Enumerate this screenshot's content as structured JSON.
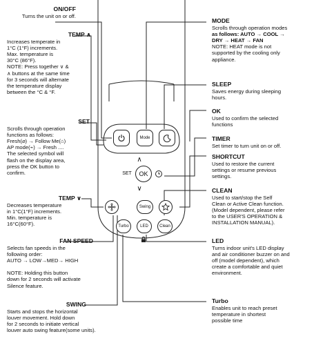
{
  "left": {
    "onoff": {
      "title": "ON/OFF",
      "lines": [
        "Turns the unit on or off."
      ]
    },
    "temp_up": {
      "title": "TEMP ∧",
      "lines": [
        "Increases temperate in",
        "1°C (1°F) increments.",
        "Max. temperature is",
        "30°C (86°F).",
        "NOTE: Press together ∨ &",
        "∧ buttons at the same time",
        "for 3 seconds will alternate",
        "the temperature display",
        "between the °C & °F."
      ]
    },
    "set": {
      "title": "SET",
      "lines": [
        "Scrolls through operation",
        "functions as follows:",
        "Fresh(⌀) → Follow Me(⌂)",
        "AP mode(⌁) → Fresh ....",
        "The selected symbol will",
        "flash on the display area,",
        "press the OK button to",
        "confirm."
      ]
    },
    "temp_down": {
      "title": "TEMP ∨",
      "lines": [
        "Decreases temperature",
        "in 1°C(1°F) increments.",
        "Min. temperature is",
        "16°C(60°F)."
      ]
    },
    "fan_speed": {
      "title": "FAN SPEED",
      "lines": [
        "Selects fan speeds in the",
        "following order:",
        "AUTO → LOW→MED→ HIGH",
        "",
        "NOTE: Holding this button",
        "down for 2 seconds will activate",
        "Silence feature."
      ]
    },
    "swing": {
      "title": "SWING",
      "lines": [
        "Starts and stops the horizontal",
        "louver movement. Hold down",
        "for 2 seconds to initiate vertical",
        "louver auto swing feature(some units)."
      ]
    }
  },
  "right": {
    "mode": {
      "title": "MODE",
      "lines": [
        "Scrolls through operation modes",
        "as follows:  AUTO → COOL →",
        "DRY →  HEAT → FAN",
        "NOTE: HEAT mode is not",
        "supported by the cooling only",
        "appliance."
      ]
    },
    "sleep": {
      "title": "SLEEP",
      "lines": [
        "Saves energy during sleeping",
        "hours."
      ]
    },
    "ok": {
      "title": "OK",
      "lines": [
        "Used to confirm the selected",
        "functions"
      ]
    },
    "timer": {
      "title": "TIMER",
      "lines": [
        "Set timer to turn unit on or off."
      ]
    },
    "shortcut": {
      "title": "SHORTCUT",
      "lines": [
        "Used to restore the current",
        "settings or resume previous",
        "settings."
      ]
    },
    "clean": {
      "title": "CLEAN",
      "lines": [
        "Used to start/stop the Self",
        "Clean or Active Clean function.",
        "(Model dependent, please refer",
        "to the USER'S OPERATION &",
        "INSTALLATION MANUAL)."
      ]
    },
    "led": {
      "title": "LED",
      "lines": [
        "Turns indoor unit's LED display",
        "and air conditioner buzzer on and",
        "off (model dependent), which",
        "create a comfortable and quiet",
        "environment."
      ]
    },
    "turbo": {
      "title": "Turbo",
      "lines": [
        "Enables unit to reach preset",
        "temperature in shortest",
        "possible time"
      ]
    }
  },
  "remote": {
    "mode_label": "Mode",
    "set_label": "SET",
    "ok_label": "OK",
    "swing_label": "Swing",
    "turbo_label": "Turbo",
    "led_label": "LED",
    "clean_label": "Clean"
  },
  "colors": {
    "line": "#222222",
    "text": "#111111",
    "background": "#ffffff"
  }
}
